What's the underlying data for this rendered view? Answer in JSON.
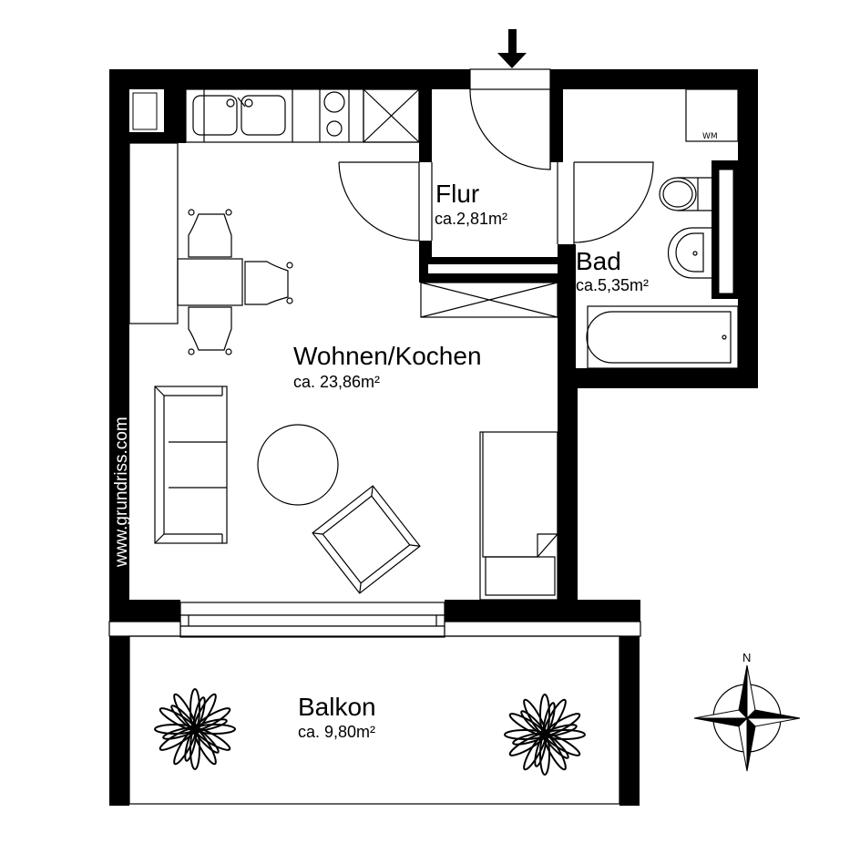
{
  "plan": {
    "watermark": "www.grundriss.com",
    "rooms": {
      "flur": {
        "name": "Flur",
        "area": "ca.2,81m²"
      },
      "bad": {
        "name": "Bad",
        "area": "ca.5,35m²"
      },
      "wohnen": {
        "name": "Wohnen/Kochen",
        "area": "ca. 23,86m²"
      },
      "balkon": {
        "name": "Balkon",
        "area": "ca. 9,80m²"
      }
    },
    "labels": {
      "washing_machine": "WM",
      "compass_north": "N"
    },
    "colors": {
      "wall": "#000000",
      "background": "#ffffff"
    }
  }
}
